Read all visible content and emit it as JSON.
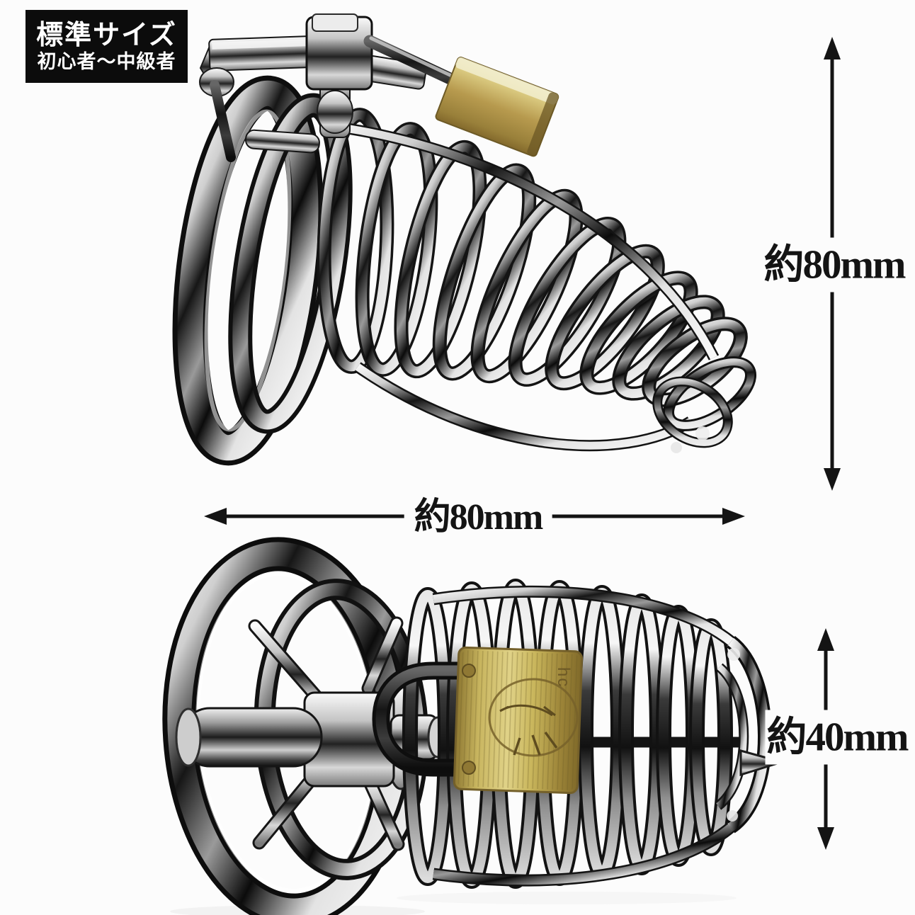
{
  "size_label": {
    "title": "標準サイズ",
    "subtitle": "初心者～中級者"
  },
  "dimensions": {
    "overall_height": "約80mm",
    "overall_width": "約80mm",
    "cage_height": "約40mm"
  },
  "padlock": {
    "engraving": "hc"
  },
  "icons": {
    "height_arrow_top": "double-headed-vertical-arrow",
    "width_arrow": "double-headed-horizontal-arrow",
    "height_arrow_bottom": "double-headed-vertical-arrow"
  },
  "colors": {
    "background": "#fcfcfc",
    "label_bg": "#0c0c0c",
    "label_text": "#ffffff",
    "dimension_text": "#141414",
    "arrow": "#141414",
    "brass": "#b79a4e",
    "brass_light": "#e9dda6",
    "chrome_dark": "#111111",
    "chrome_light": "#f4f4f4"
  }
}
